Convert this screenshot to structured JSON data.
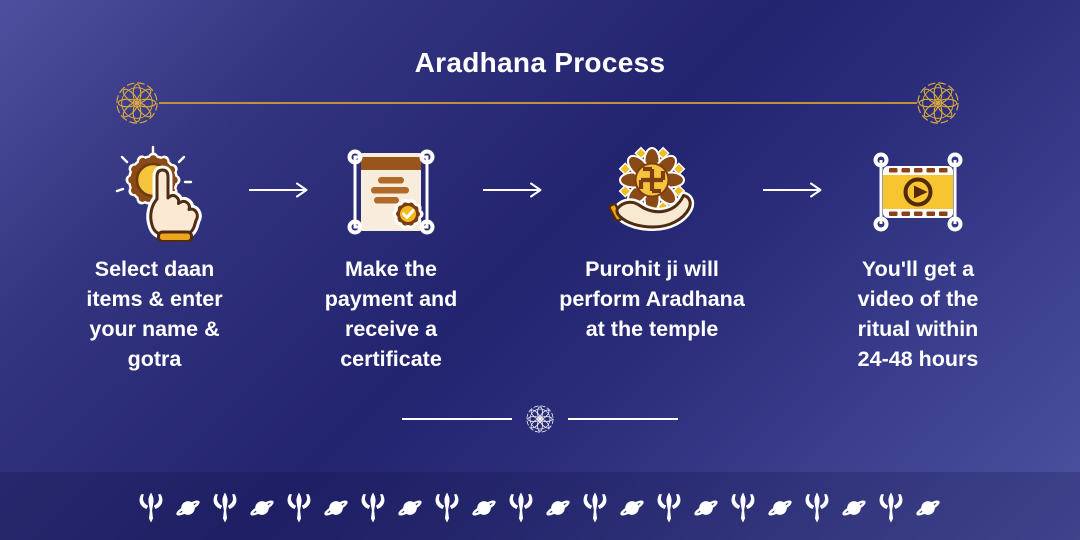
{
  "title": "Aradhana Process",
  "steps": [
    {
      "icon": "tap-icon",
      "lines": [
        "Select daan",
        "items & enter",
        "your name &",
        "gotra"
      ]
    },
    {
      "icon": "certificate-icon",
      "lines": [
        "Make the",
        "payment and",
        "receive a",
        "certificate"
      ]
    },
    {
      "icon": "offering-flower-in-hand-icon",
      "lines": [
        "Purohit ji will",
        "perform Aradhana",
        "at the temple"
      ]
    },
    {
      "icon": "video-film-icon",
      "lines": [
        "You'll get  a",
        "video of the",
        "ritual within",
        "24-48 hours"
      ]
    }
  ],
  "dividers": {
    "header_ornament": "mandala-icon",
    "footer_ornament": "flower-icon"
  },
  "footer_pattern": {
    "icons": [
      "trident-icon",
      "saturn-icon"
    ],
    "total_icons": 22
  },
  "colors": {
    "background_top_left": "#4E4F9E",
    "background_center": "#232470",
    "background_bottom_right": "#4C52A1",
    "ornament_gold": "#D9A93F",
    "header_line_gold": "#C0913A",
    "icon_brown": "#8A4A16",
    "icon_yellow": "#F5C33C",
    "icon_cream": "#F8EDDC",
    "icon_outline_brown": "#4F2C12",
    "text_white": "#FFFFFF"
  }
}
